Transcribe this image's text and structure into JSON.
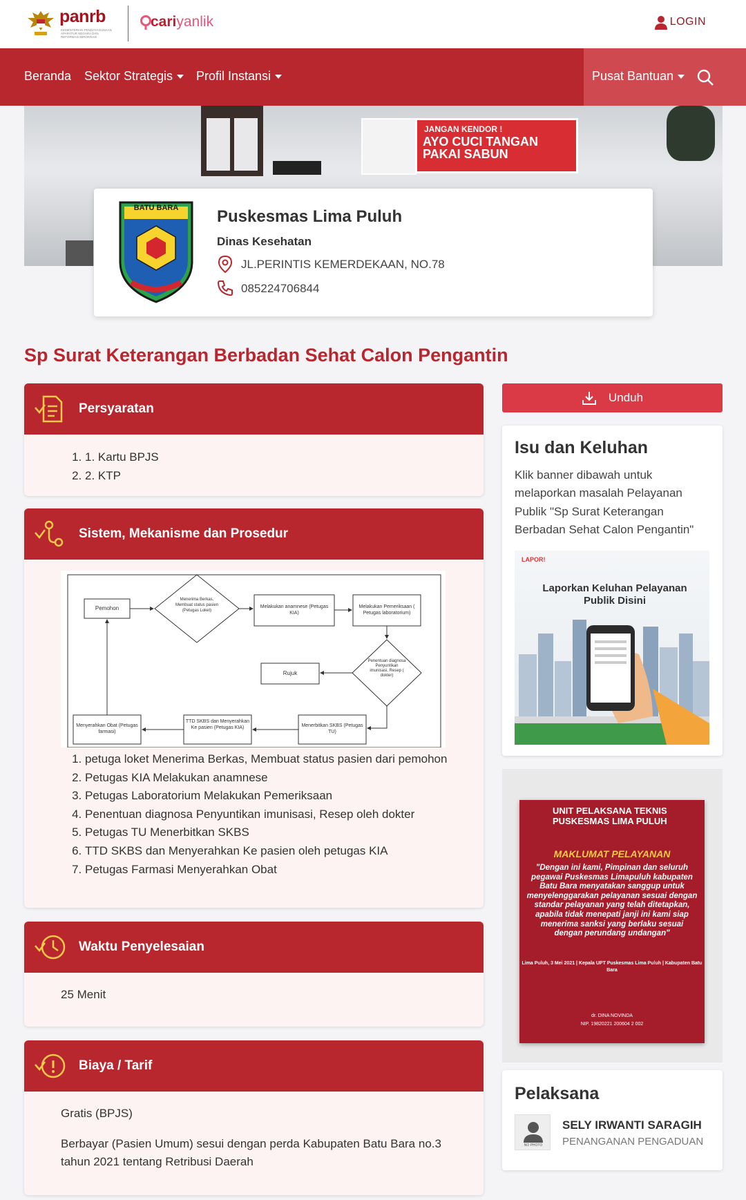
{
  "header": {
    "logo_text": "panrb",
    "logo_sub": "KEMENTERIAN PENDAYAGUNAAN APARATUR NEGARA DAN REFORMASI BIROKRASI",
    "app_logo_a": "cari",
    "app_logo_b": "yanlik",
    "login_label": "LOGIN"
  },
  "nav": {
    "items": [
      {
        "label": "Beranda",
        "dropdown": false
      },
      {
        "label": "Sektor Strategis",
        "dropdown": true
      },
      {
        "label": "Profil Instansi",
        "dropdown": true
      }
    ],
    "help_label": "Pusat Bantuan"
  },
  "banner": {
    "sign_line1": "JANGAN KENDOR !",
    "sign_line2": "AYO CUCI TANGAN PAKAI SABUN"
  },
  "org": {
    "crest_label": "BATU BARA",
    "name": "Puskesmas Lima Puluh",
    "dept": "Dinas Kesehatan",
    "address": "JL.PERINTIS KEMERDEKAAN, NO.78",
    "phone": "085224706844"
  },
  "service_title": "Sp Surat Keterangan Berbadan Sehat Calon Pengantin",
  "sections": {
    "persyaratan": {
      "title": "Persyaratan",
      "items": [
        "1. Kartu BPJS",
        "2. KTP"
      ]
    },
    "prosedur": {
      "title": "Sistem, Mekanisme dan Prosedur",
      "flow_labels": {
        "pemohon": "Pemohon",
        "berkas": "Menerima Berkas, Membuat status pasien (Petugas Loket)",
        "anamnese": "Melakukan anamnese (Petugas KIA)",
        "lab": "Melakukan Pemeriksaan ( Petugas laboratorium)",
        "diagnosa": "Penentuan diagnosa Penyuntikan imunisasi, Resep ( dokter)",
        "rujuk": "Rujuk",
        "skbs": "Menerbitkan SKBS (Petugas TU)",
        "ttd": "TTD SKBS dan Menyerahkan Ke pasien (Petugas KIA)",
        "obat": "Menyerahkan Obat (Petugas farmasi)"
      },
      "items": [
        "petuga loket Menerima Berkas, Membuat status pasien dari pemohon",
        "Petugas KIA Melakukan anamnese",
        "Petugas Laboratorium Melakukan Pemeriksaan",
        "Penentuan diagnosa Penyuntikan imunisasi, Resep oleh dokter",
        "Petugas TU Menerbitkan SKBS",
        "TTD SKBS dan Menyerahkan Ke pasien oleh petugas KIA",
        "Petugas Farmasi Menyerahkan Obat"
      ]
    },
    "waktu": {
      "title": "Waktu Penyelesaian",
      "text": "25 Menit"
    },
    "biaya": {
      "title": "Biaya / Tarif",
      "text1": "Gratis (BPJS)",
      "text2": "Berbayar (Pasien Umum) sesui dengan perda Kabupaten Batu Bara no.3 tahun 2021 tentang Retribusi Daerah"
    }
  },
  "sidebar": {
    "download_label": "Unduh",
    "issue_title": "Isu dan Keluhan",
    "issue_desc": "Klik banner dibawah untuk melaporkan masalah Pelayanan Publik \"Sp Surat Keterangan Berbadan Sehat Calon Pengantin\"",
    "lapor_logo": "LAPOR!",
    "lapor_text": "Laporkan Keluhan Pelayanan Publik Disini",
    "maklumat": {
      "header": "UNIT PELAKSANA TEKNIS PUSKESMAS LIMA PULUH",
      "title": "MAKLUMAT PELAYANAN",
      "body": "\"Dengan ini kami, Pimpinan dan seluruh pegawai Puskesmas Limapuluh kabupaten Batu Bara menyatakan sanggup untuk menyelenggarakan pelayanan sesuai dengan standar pelayanan yang telah ditetapkan, apabila tidak menepati janji ini kami siap menerima sanksi yang berlaku sesuai dengan perundang undangan\"",
      "sign": "Lima Puluh, 3 Mei 2021 | Kepala UPT Puskesmas Lima Puluh | Kabupaten Batu Bara",
      "signer": "dr. DINA NOVINDA",
      "nip": "NIP. 19820221 200604 2 002"
    },
    "pelaksana_title": "Pelaksana",
    "pelaksana_avatar": "NO PHOTO",
    "pelaksana_name": "SELY IRWANTI SARAGIH",
    "pelaksana_role": "PENANGANAN PENGADUAN"
  },
  "colors": {
    "primary": "#b8272e",
    "button": "#d93a45"
  }
}
